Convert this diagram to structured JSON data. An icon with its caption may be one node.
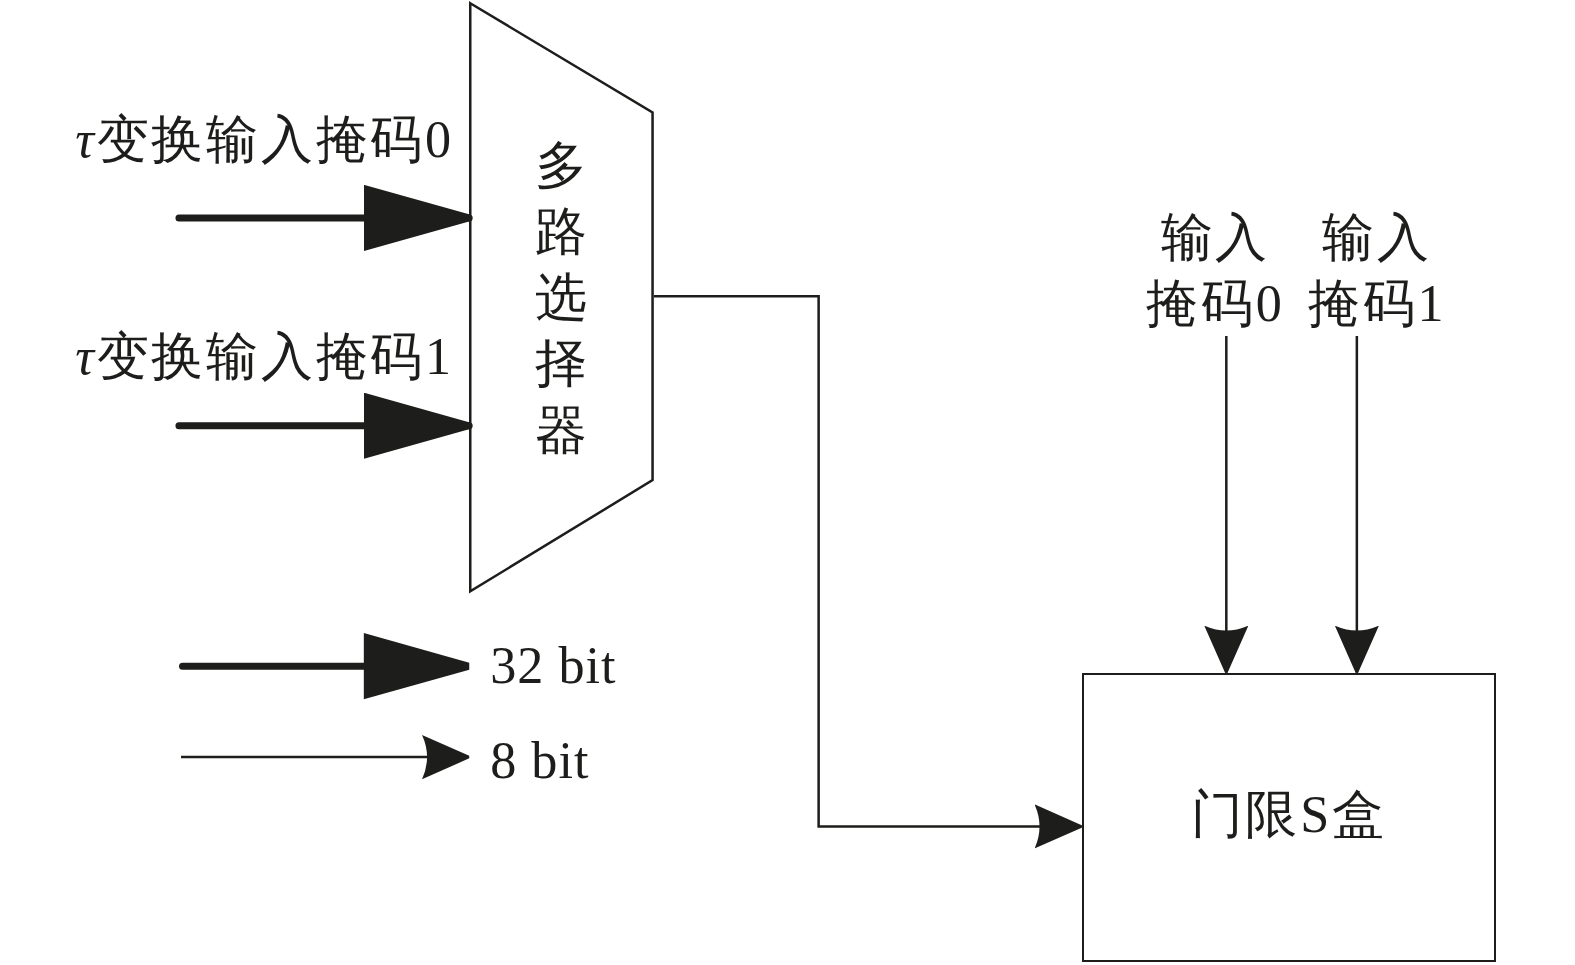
{
  "diagram": {
    "nodes": [
      {
        "text": [
          "多路选择器"
        ]
      },
      {
        "text": [
          "输入掩码0"
        ]
      },
      {
        "text": [
          "输入掩码1"
        ]
      },
      {
        "text": [
          "门限S盒"
        ]
      }
    ],
    "edges": [
      {
        "from": null,
        "to": 0,
        "arrow": "to",
        "label": "τ变换输入掩码0",
        "style": "thick"
      },
      {
        "from": null,
        "to": 0,
        "arrow": "to",
        "label": "τ变换输入掩码1",
        "style": "thick"
      },
      {
        "from": 0,
        "to": 3,
        "arrow": "to"
      },
      {
        "from": 1,
        "to": 3,
        "arrow": "to"
      },
      {
        "from": 2,
        "to": 3,
        "arrow": "to"
      }
    ],
    "legend": [
      {
        "text": "32 bit"
      },
      {
        "text": "8 bit"
      }
    ]
  }
}
